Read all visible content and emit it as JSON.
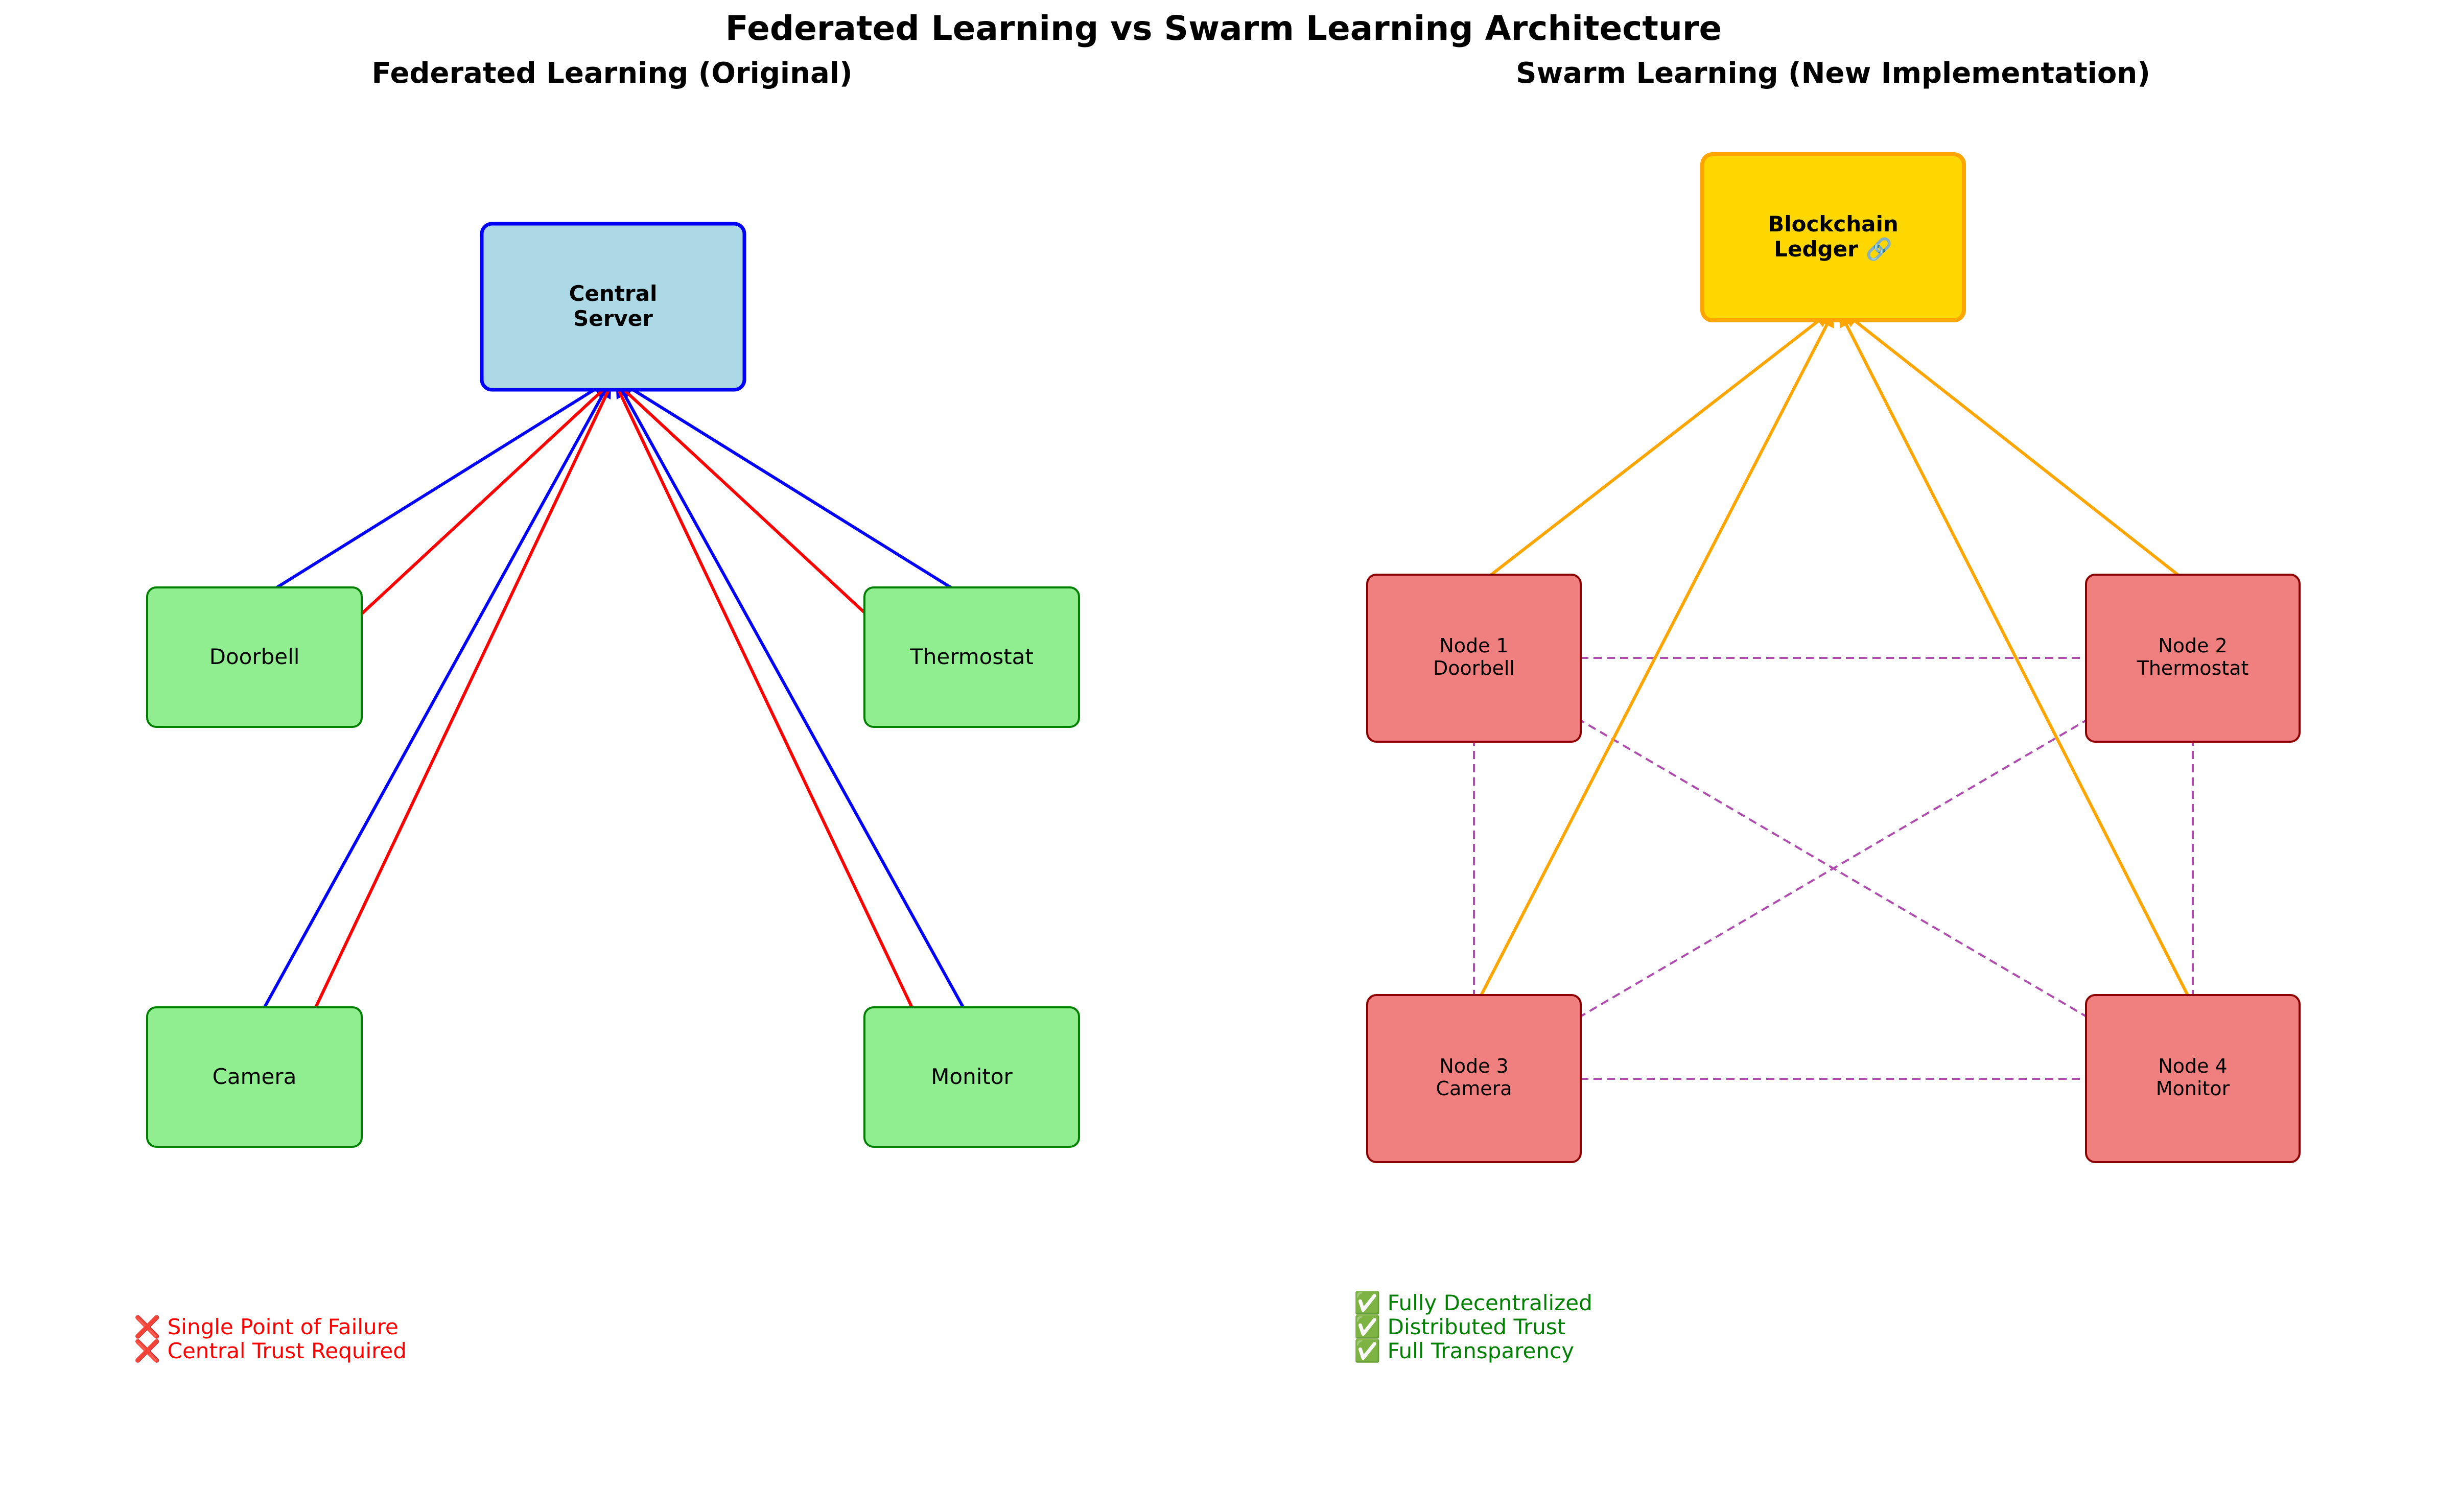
{
  "title": "Federated Learning vs Swarm Learning Architecture",
  "colors": {
    "server_fill": "#add8e6",
    "server_stroke": "#0000ff",
    "device_fill": "#90ee90",
    "device_stroke": "#008000",
    "upload_arrow": "#0000ff",
    "download_arrow": "#ff0000",
    "ledger_fill": "#ffd700",
    "ledger_stroke": "#ffa500",
    "node_fill": "#f08080",
    "node_stroke": "#8b0000",
    "ledger_link": "#ffa500",
    "peer_link": "#aa44aa",
    "negative_text": "#ff0000",
    "positive_text": "#008000"
  },
  "federated": {
    "subtitle": "Federated Learning (Original)",
    "server": {
      "line1": "Central",
      "line2": "Server"
    },
    "devices": {
      "doorbell": "Doorbell",
      "thermostat": "Thermostat",
      "camera": "Camera",
      "monitor": "Monitor"
    },
    "notes": [
      "❌ Single Point of Failure",
      "❌ Central Trust Required"
    ]
  },
  "swarm": {
    "subtitle": "Swarm Learning (New Implementation)",
    "ledger": {
      "line1": "Blockchain",
      "line2": "Ledger 🔗"
    },
    "nodes": {
      "n1": {
        "line1": "Node 1",
        "line2": "Doorbell"
      },
      "n2": {
        "line1": "Node 2",
        "line2": "Thermostat"
      },
      "n3": {
        "line1": "Node 3",
        "line2": "Camera"
      },
      "n4": {
        "line1": "Node 4",
        "line2": "Monitor"
      }
    },
    "notes": [
      "✅ Fully Decentralized",
      "✅ Distributed Trust",
      "✅ Full Transparency"
    ]
  }
}
